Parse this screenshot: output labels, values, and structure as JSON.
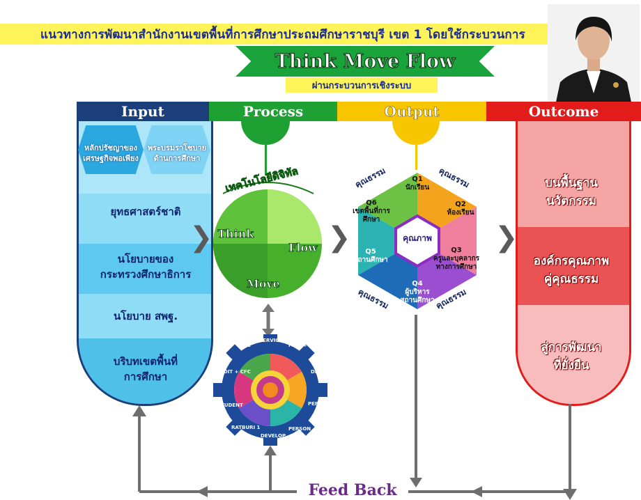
{
  "title": "แนวทางการพัฒนาสำนักงานเขตพื้นที่การศึกษาประถมศึกษาราชบุรี เขต 1 โดยใช้กระบวนการ",
  "banner": "Think Move Flow",
  "subtitle": "ผ่านกระบวนการเชิงระบบ",
  "headers": {
    "input": "Input",
    "process": "Process",
    "output": "Output",
    "outcome": "Outcome"
  },
  "input": {
    "top_left": [
      "หลักปรัชญาของ",
      "เศรษฐกิจพอเพียง"
    ],
    "top_right": [
      "พระบรมราโชบาย",
      "ด้านการศึกษา"
    ],
    "row1": "ยุทธศาสตร์ชาติ",
    "row2": [
      "นโยบายของ",
      "กระทรวงศึกษาธิการ"
    ],
    "row3": "นโยบาย สพฐ.",
    "row4": [
      "บริบทเขตพื้นที่",
      "การศึกษา"
    ]
  },
  "process": {
    "arc_label": "เทคโนโลยีดิจิทัล",
    "think": "Think",
    "flow": "Flow",
    "move": "Move",
    "gear": [
      "ABC",
      "SERVICE",
      "PLAN+T",
      "DLICT",
      "PERFECT",
      "PERSON",
      "DEVELOP",
      "RATBURI 1",
      "STUDENT",
      "AUDIT + CFC"
    ]
  },
  "output": {
    "center": "คุณภาพ",
    "q1": {
      "code": "Q1",
      "label": "นักเรียน"
    },
    "q2": {
      "code": "Q2",
      "label": "ห้องเรียน"
    },
    "q3": {
      "code": "Q3",
      "label": "ครูและบุคลากรทางการศึกษา"
    },
    "q4": {
      "code": "Q4",
      "label": "ผู้บริหารสถานศึกษา"
    },
    "q5": {
      "code": "Q5",
      "label": "สถานศึกษา"
    },
    "q6": {
      "code": "Q6",
      "label": "เขตพื้นที่การศึกษา"
    },
    "virtue": "คุณธรรม"
  },
  "outcome": {
    "item1": [
      "บนพื้นฐาน",
      "นวัตกรรม"
    ],
    "item2": [
      "องค์กรคุณภาพ",
      "คู่คุณธรรม"
    ],
    "item3": [
      "สู่การพัฒนา",
      "ที่ยั่งยืน"
    ]
  },
  "feedback": "Feed Back",
  "colors": {
    "input": "#1b3f7a",
    "process": "#1fa032",
    "output": "#f7c600",
    "outcome": "#e21b1b"
  }
}
